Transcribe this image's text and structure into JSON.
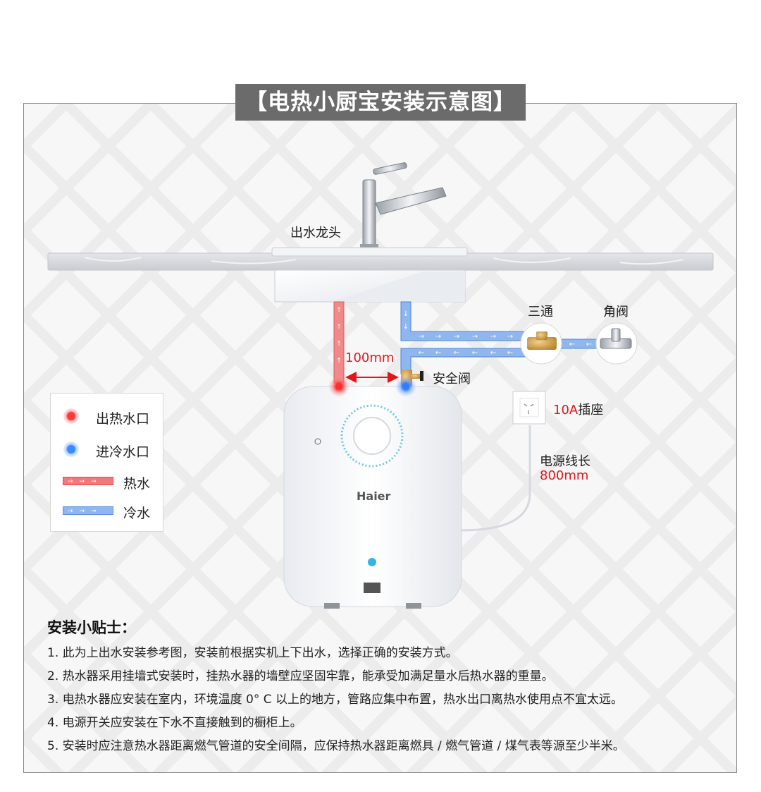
{
  "title": "【电热小厨宝安装示意图】",
  "labels": {
    "faucet": "出水龙头",
    "tee": "三通",
    "angle_valve": "角阀",
    "distance": "100mm",
    "safety_valve": "安全阀",
    "socket_red": "10A",
    "socket_black": "插座",
    "cord_label": "电源线长",
    "cord_length": "800mm"
  },
  "product": {
    "brand": "Haier"
  },
  "legend": {
    "items": [
      {
        "label": "出热水口",
        "icon": "hot-outlet-dot-icon"
      },
      {
        "label": "进冷水口",
        "icon": "cold-inlet-dot-icon"
      },
      {
        "label": "热水",
        "icon": "hot-water-arrow-icon"
      },
      {
        "label": "冷水",
        "icon": "cold-water-arrow-icon"
      }
    ],
    "arrows": "→→→"
  },
  "tips": {
    "heading": "安装小贴士：",
    "items": [
      "1. 此为上出水安装参考图，安装前根据实机上下出水，选择正确的安装方式。",
      "2. 热水器采用挂墙式安装时，挂热水器的墙壁应坚固牢靠，能承受加满足量水后热水器的重量。",
      "3. 电热水器应安装在室内，环境温度 0° C 以上的地方，管路应集中布置，热水出口离热水使用点不宜太远。",
      "4. 电源开关应安装在下水不直接触到的橱柜上。",
      "5. 安装时应注意热水器距离燃气管道的安全间隔，应保持热水器距离燃具 / 燃气管道 / 煤气表等源至少半米。"
    ]
  },
  "colors": {
    "hot": "#e0161a",
    "hot_pipe": "#f08a8a",
    "cold_pipe": "#8fb6ef",
    "title_bg": "#6b6b6b"
  }
}
